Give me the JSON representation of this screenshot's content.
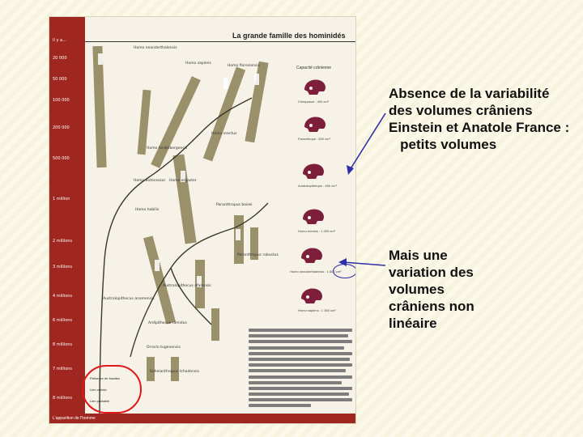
{
  "slide": {
    "text_block_1": {
      "lines": [
        "Absence de la variabilité",
        "des volumes crâniens",
        "Einstein et Anatole France :",
        "   petits volumes"
      ]
    },
    "text_block_2": {
      "lines": [
        "Mais une",
        "variation des",
        "volumes",
        "crâniens non",
        "linéaire"
      ]
    },
    "arrow_color": "#2e2ea8",
    "highlight_color": "#2e2ea8"
  },
  "poster": {
    "title": "La grande famille des hominidés",
    "timeline_header": "Il y a...",
    "timeline_ticks": [
      "20 000",
      "50 000",
      "100 000",
      "200 000",
      "500 000",
      "1 million",
      "2 millions",
      "3 millions",
      "4 millions",
      "6 millions",
      "8 millions",
      "7 millions",
      "8 millions"
    ],
    "species": [
      "Homo neanderthalensis",
      "Homo sapiens",
      "Homo floresiensis",
      "Homo erectus",
      "Homo heidelbergensis",
      "Homo antecessor",
      "Homo ergaster",
      "Homo habilis",
      "Paranthropus boisei",
      "Paranthropus robustus",
      "Australopithecus afarensis",
      "Australopithecus anamensis",
      "Ardipithecus ramidus",
      "Orrorin tugenensis",
      "Sahelanthropus tchadensis"
    ],
    "cranial_volume_title": "Capacité crânienne",
    "skull_captions": [
      "Chimpanzé : 400 cm³",
      "Paranthrope : 500 cm³",
      "Australopithèque : 450 cm³",
      "Homo erectus : 1 000 cm³",
      "Homo neanderthalensis : 1 600 cm³",
      "Homo sapiens : 1 350 cm³"
    ],
    "highlight_value": "1 600 cm³",
    "legend": [
      "Présence de fossiles",
      "Lien certain",
      "Lien probable"
    ],
    "footer": "L'apparition de l'homme",
    "colors": {
      "timeline": "#a0271f",
      "branch": "#8a8055",
      "legend_ring": "#e01818",
      "skull": "#7d1f3a"
    }
  }
}
